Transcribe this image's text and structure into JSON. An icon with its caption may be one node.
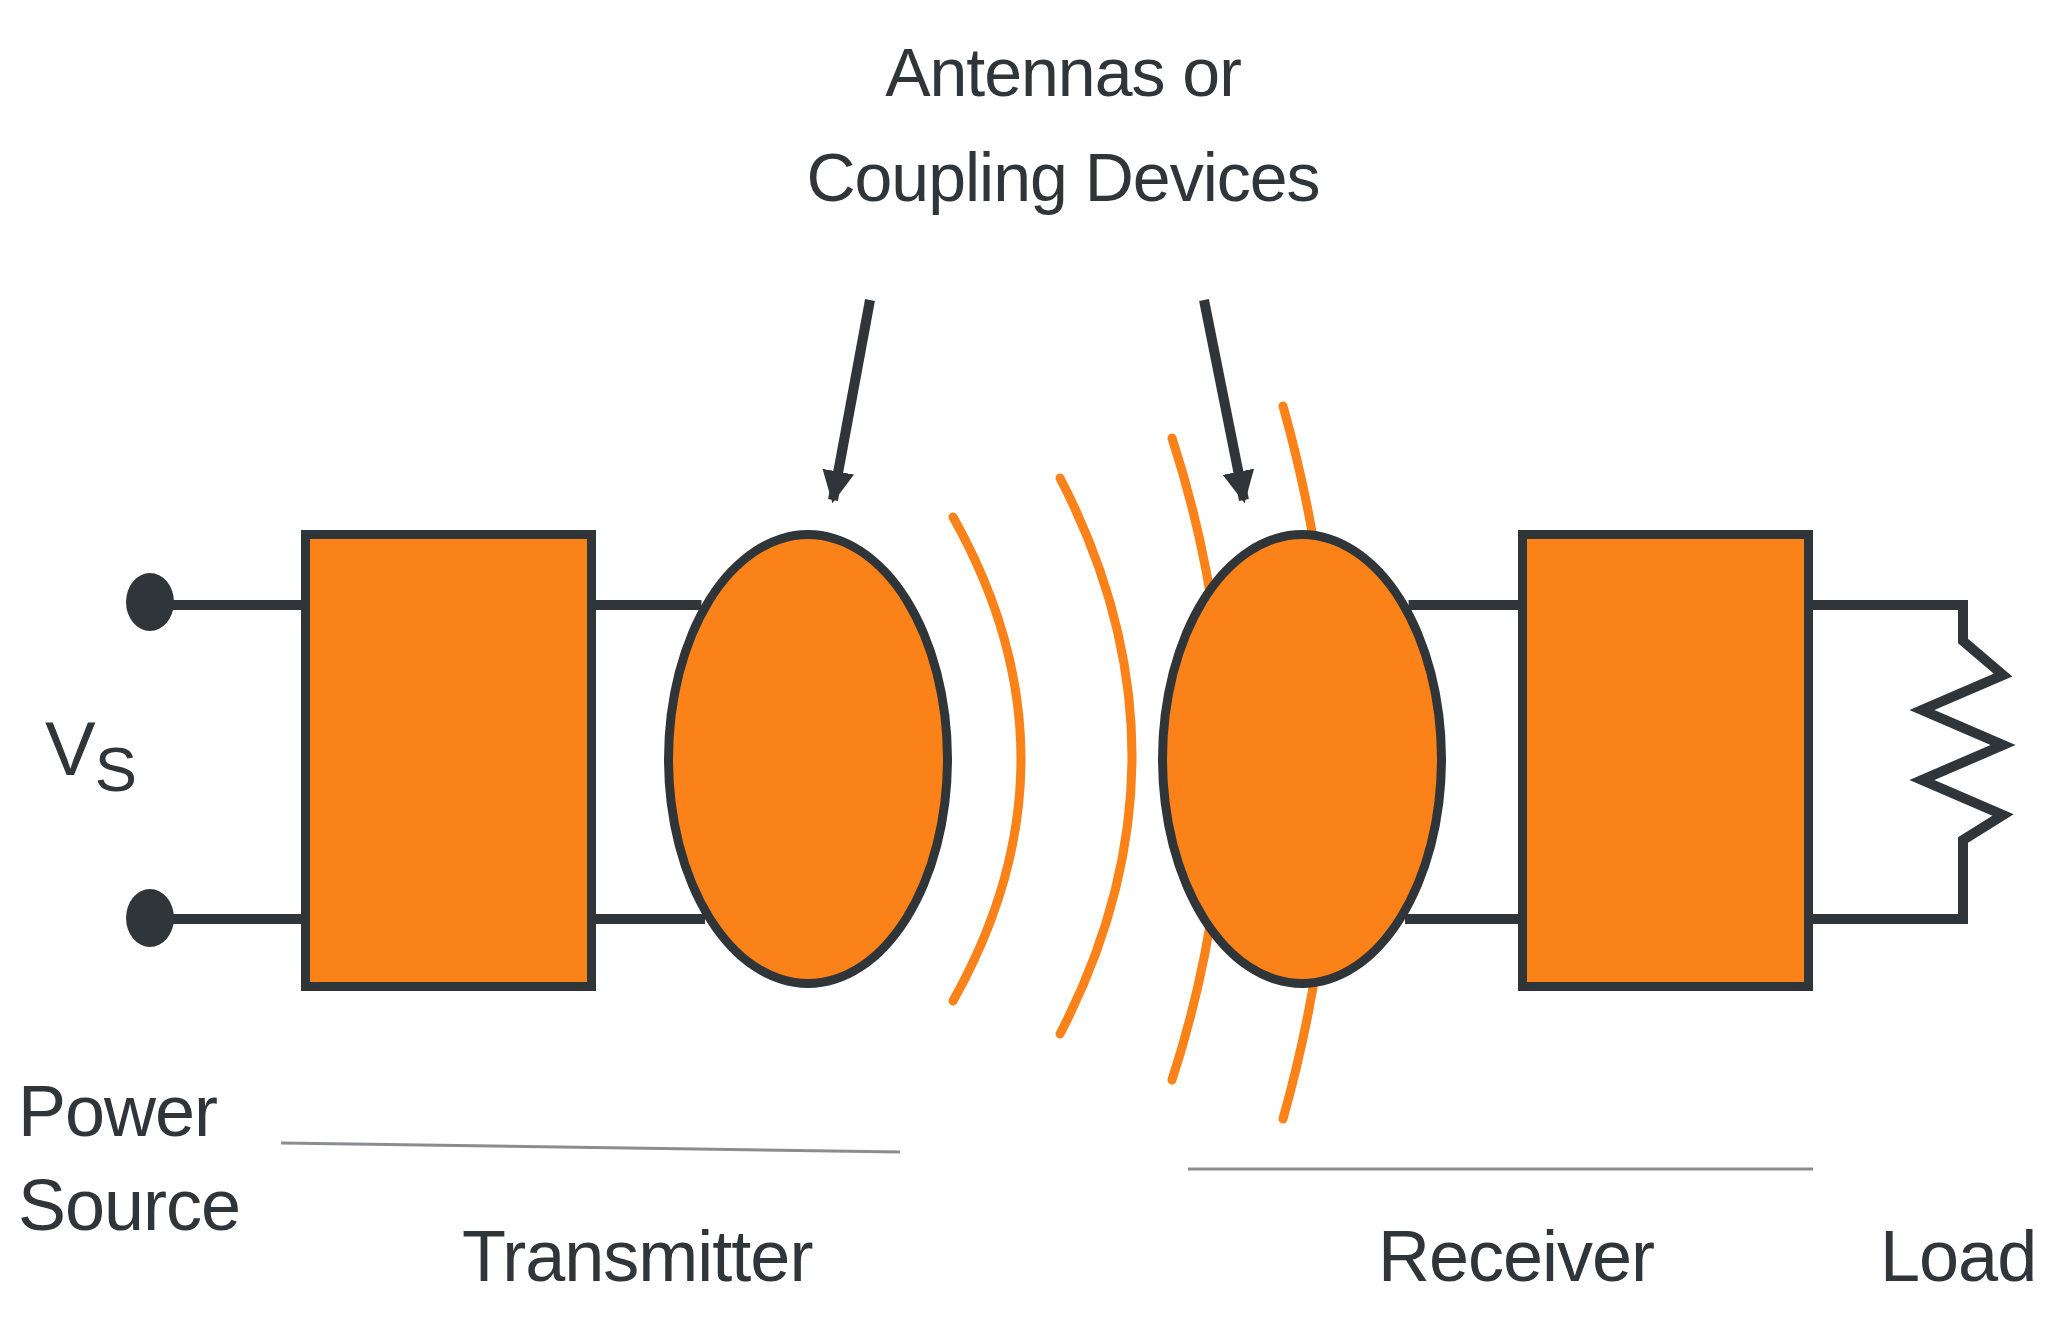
{
  "diagram": {
    "nodes": [
      {
        "text": [
          "Antennas or Coupling Devices"
        ]
      },
      {
        "text": [],
        "shape": "box"
      },
      {
        "text": [],
        "shape": "circle"
      },
      {
        "text": [],
        "shape": "circle"
      },
      {
        "text": [],
        "shape": "box"
      }
    ],
    "edges": [
      {
        "from": 0,
        "to": 2,
        "arrow": "to"
      },
      {
        "from": 0,
        "to": 3,
        "arrow": "to"
      },
      {
        "from": 1,
        "to": 2,
        "arrow": "none"
      },
      {
        "from": 1,
        "to": 2,
        "arrow": "none"
      },
      {
        "from": 3,
        "to": 4,
        "arrow": "none"
      },
      {
        "from": 3,
        "to": 4,
        "arrow": "none"
      }
    ],
    "labels": [
      "V$_{S}$",
      "Power Source",
      "Transmitter",
      "Receiver",
      "Load"
    ]
  }
}
